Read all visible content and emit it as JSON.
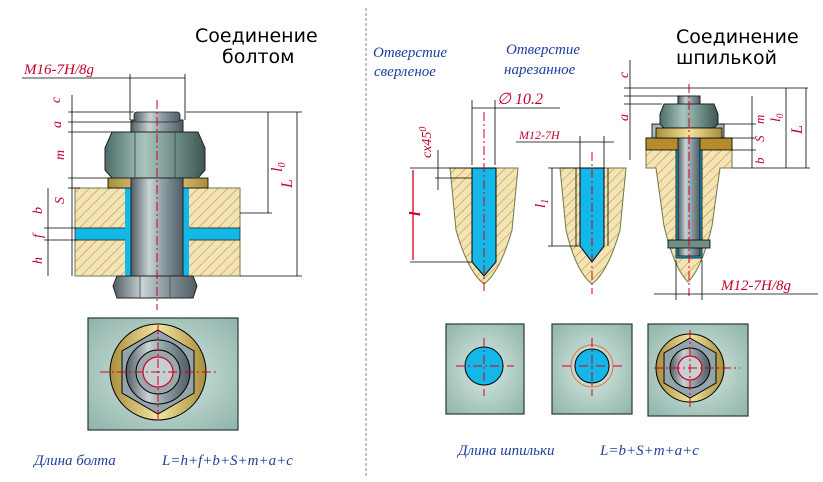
{
  "colors": {
    "part": "#efe6b4",
    "part_border": "#7a8a55",
    "hatch": "#e07f55",
    "hole": "#14b8e8",
    "steel": "#8f9fa6",
    "steel_dark": "#5d6c72",
    "washer": "#d9c27a",
    "label_red": "#c0002a",
    "label_blue": "#1f3f9e",
    "plate_top": "#b9d7cf"
  },
  "left": {
    "title_line1": "Соединение",
    "title_line2": "болтом",
    "thread_label": "M16-7H/8g",
    "dim_c": "c",
    "dim_a": "a",
    "dim_m": "m",
    "dim_S": "S",
    "dim_b": "b",
    "dim_f": "f",
    "dim_h": "h",
    "dim_l0": "l",
    "dim_l0_sub": "0",
    "dim_L": "L",
    "formula_label": "Длина болта",
    "formula": "L=h+f+b+S+m+a+c"
  },
  "right": {
    "drilled_line1": "Отверстие",
    "drilled_line2": "сверленое",
    "tapped_line1": "Отверстие",
    "tapped_line2": "нарезанное",
    "title_line1": "Соединение",
    "title_line2": "шпилькой",
    "diameter": "∅ 10.2",
    "thread_small": "M12-7H",
    "chamfer": "cx45",
    "chamfer_sup": "0",
    "dim_l": "l",
    "dim_l1": "l",
    "dim_l1_sub": "1",
    "dim_c": "c",
    "dim_a": "a",
    "dim_m": "m",
    "dim_S": "S",
    "dim_b": "b",
    "dim_l0": "l",
    "dim_l0_sub": "0",
    "dim_L": "L",
    "stud_thread": "M12-7H/8g",
    "formula_label": "Длина шпильки",
    "formula": "L=b+S+m+a+c"
  }
}
